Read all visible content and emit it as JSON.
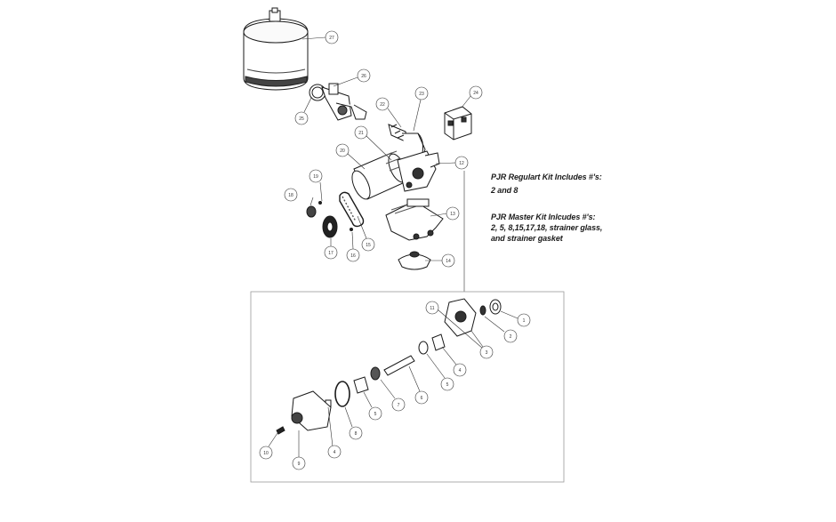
{
  "kits": {
    "regular": {
      "title": "PJR Regulart Kit Includes #'s:",
      "items": "2 and 8"
    },
    "master": {
      "title": "PJR Master Kit Inlcudes #'s:",
      "items_line1": "2, 5, 8,15,17,18, strainer glass,",
      "items_line2": "and strainer gasket"
    }
  },
  "callouts": [
    "27",
    "26",
    "25",
    "23",
    "22",
    "24",
    "21",
    "20",
    "12",
    "19",
    "18",
    "13",
    "15",
    "17",
    "16",
    "14",
    "11",
    "1",
    "2",
    "3",
    "4",
    "5",
    "6",
    "7",
    "8",
    "9",
    "10"
  ],
  "colors": {
    "line": "#1a1a1a",
    "callout_stroke": "#333333",
    "box_stroke": "#9a9a9a"
  }
}
